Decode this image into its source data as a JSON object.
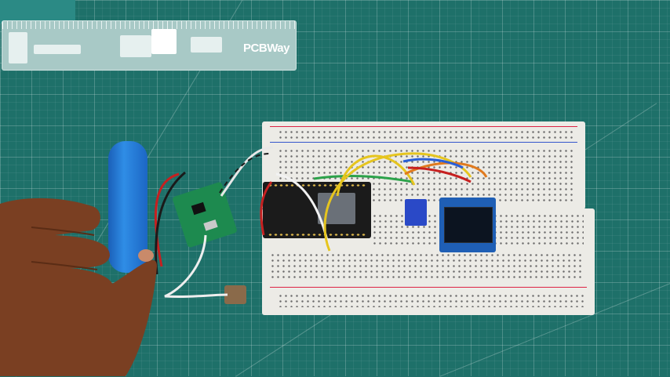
{
  "scene": {
    "ruler": {
      "brand_text": "PCBWay"
    },
    "objects": [
      "blue-18650-battery",
      "charger-module",
      "breadboard",
      "esp32-devkit",
      "oled-display",
      "sensor-module",
      "push-switch",
      "hand"
    ]
  },
  "colors": {
    "mat": "#1e7069",
    "battery": "#2f8de6",
    "breadboard": "#ecebe6",
    "esp32": "#1b1b1b",
    "oled_pcb": "#1f5fb5",
    "wire_yellow": "#e6c51e",
    "wire_orange": "#e07a1e",
    "wire_green": "#2ca24a"
  }
}
